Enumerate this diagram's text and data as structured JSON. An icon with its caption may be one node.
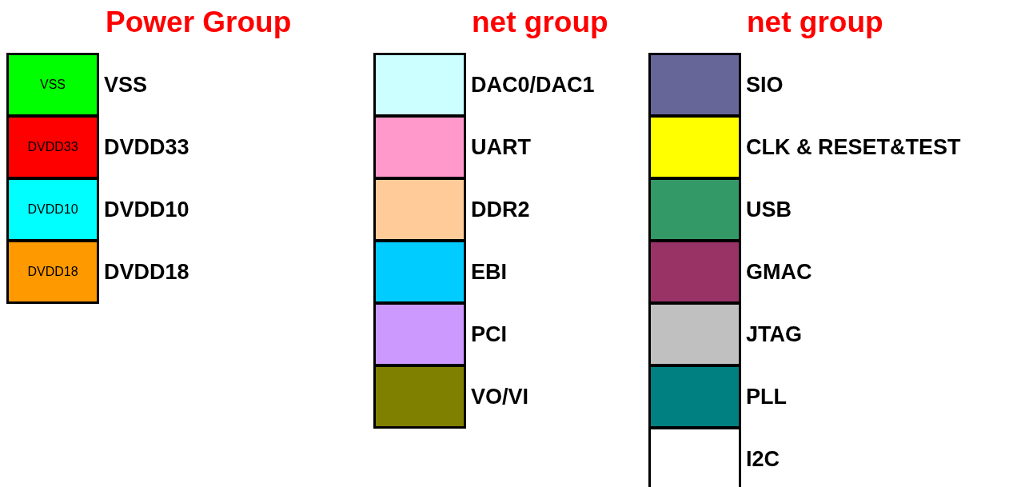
{
  "diagram": {
    "labels": [
      "Power Group",
      "net group",
      "net group",
      "VSS",
      "DVDD33",
      "DVDD10",
      "DVDD18"
    ],
    "legend": [
      {
        "text": "VSS",
        "color": "#00ff00"
      },
      {
        "text": "DVDD33",
        "color": "#ff0000"
      },
      {
        "text": "DVDD10",
        "color": "#00ffff"
      },
      {
        "text": "DVDD18",
        "color": "#ff9900"
      },
      {
        "text": "DAC0/DAC1",
        "color": "#ccffff"
      },
      {
        "text": "UART",
        "color": "#ff99cc"
      },
      {
        "text": "DDR2",
        "color": "#ffcc99"
      },
      {
        "text": "EBI",
        "color": "#00ccff"
      },
      {
        "text": "PCI",
        "color": "#cc99ff"
      },
      {
        "text": "VO/VI",
        "color": "#808000"
      },
      {
        "text": "SIO",
        "color": "#666699"
      },
      {
        "text": "CLK & RESET&TEST",
        "color": "#ffff00"
      },
      {
        "text": "USB",
        "color": "#339966"
      },
      {
        "text": "GMAC",
        "color": "#993366"
      },
      {
        "text": "JTAG",
        "color": "#c0c0c0"
      },
      {
        "text": "PLL",
        "color": "#008080"
      },
      {
        "text": "I2C",
        "color": "#ffffff"
      }
    ]
  }
}
